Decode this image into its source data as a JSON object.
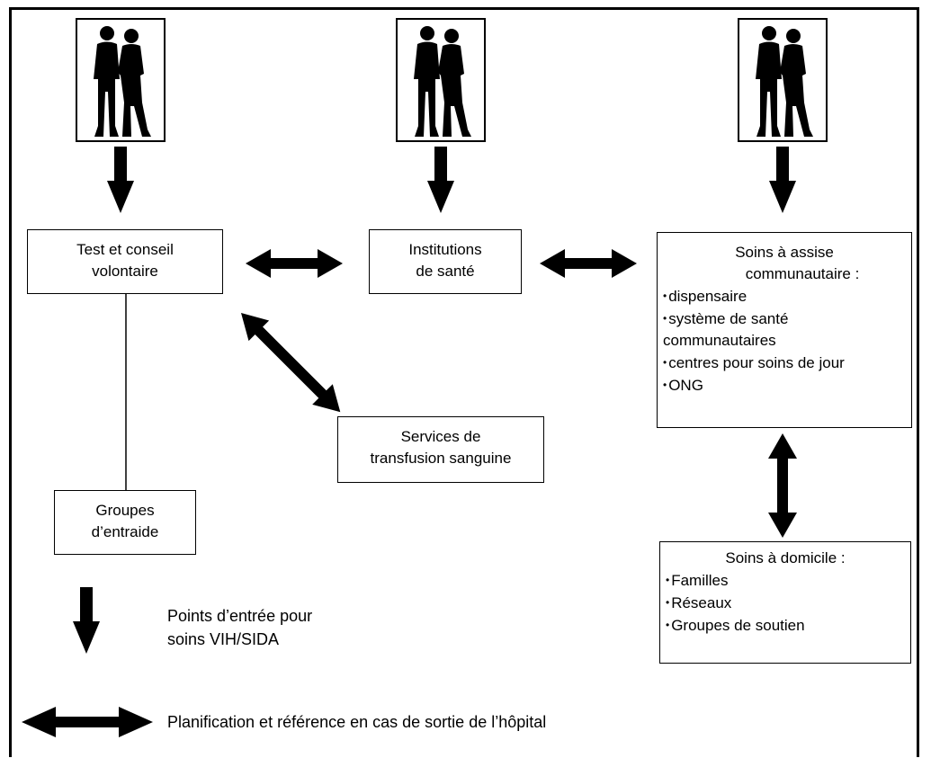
{
  "nodes": {
    "test_conseil": [
      "Test et conseil",
      "volontaire"
    ],
    "institutions": [
      "Institutions",
      "de santé"
    ],
    "soins_communautaires": {
      "title": [
        "Soins à assise",
        "communautaire :"
      ],
      "items": [
        "dispensaire",
        "système de santé",
        "communautaires",
        "centres pour soins de jour",
        "ONG"
      ]
    },
    "transfusion": [
      "Services de",
      "transfusion sanguine"
    ],
    "groupes_entraide": [
      "Groupes",
      "d’entraide"
    ],
    "soins_domicile": {
      "title": "Soins à domicile :",
      "items": [
        "Familles",
        "Réseaux",
        "Groupes de soutien"
      ]
    }
  },
  "legend": {
    "entry_points": [
      "Points d’entrée pour",
      "soins VIH/SIDA"
    ],
    "referral": "Planification et référence en cas de sortie de l’hôpital"
  },
  "icons": {
    "people": "couple-silhouette-icon"
  },
  "colors": {
    "ink": "#000000",
    "background": "#ffffff"
  }
}
